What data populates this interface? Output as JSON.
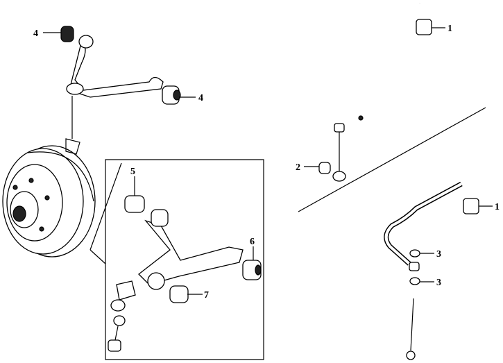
{
  "diagram": {
    "title": "Front suspension and stabilizer bar exploded view",
    "callouts": [
      {
        "id": "upper-arm-bushing-front",
        "text": "4"
      },
      {
        "id": "upper-arm-bushing-rear",
        "text": "4"
      },
      {
        "id": "stabilizer-bushing-upper",
        "text": "1"
      },
      {
        "id": "stabilizer-link-bushing",
        "text": "2"
      },
      {
        "id": "lower-arm-bushing-front",
        "text": "5"
      },
      {
        "id": "lower-arm-bushing-rear",
        "text": "6"
      },
      {
        "id": "lower-arm-bushing-mid",
        "text": "7"
      },
      {
        "id": "stabilizer-bushing-lower",
        "text": "1"
      },
      {
        "id": "link-bushing-upper",
        "text": "3"
      },
      {
        "id": "link-bushing-lower",
        "text": "3"
      }
    ]
  }
}
